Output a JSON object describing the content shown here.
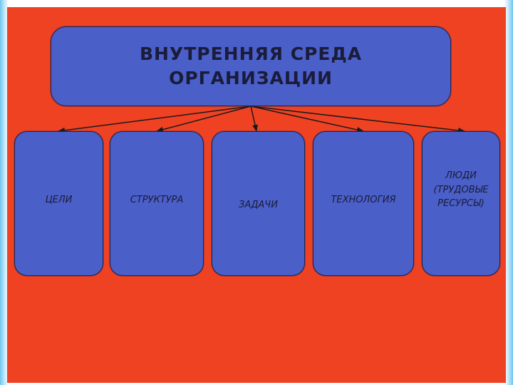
{
  "title": {
    "line1": "ВНУТРЕННЯЯ СРЕДА",
    "line2": "ОРГАНИЗАЦИИ"
  },
  "components": [
    {
      "label": "ЦЕЛИ"
    },
    {
      "label": "СТРУКТУРА"
    },
    {
      "label": "ЗАДАЧИ"
    },
    {
      "label": "ТЕХНОЛОГИЯ"
    },
    {
      "label": "ЛЮДИ",
      "sub1": "(ТРУДОВЫЕ",
      "sub2": "РЕСУРСЫ)"
    }
  ],
  "colors": {
    "slide_background": "#ee4223",
    "box_fill": "#4a5fc8",
    "box_border": "#1e2452",
    "arrow": "#1a1a1a",
    "frame": "#6ec6f0"
  }
}
